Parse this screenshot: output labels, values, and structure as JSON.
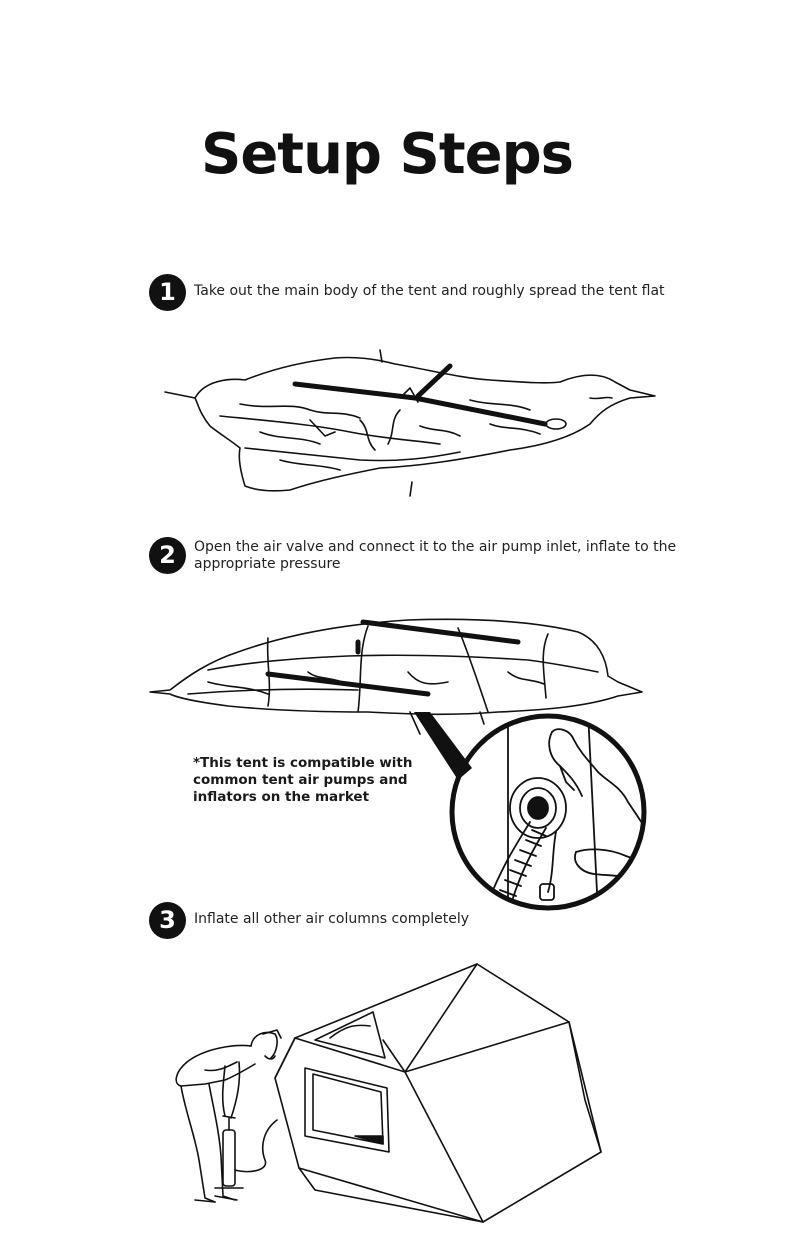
{
  "title": "Setup Steps",
  "steps": [
    {
      "number": "1",
      "text": "Take out the main body of the tent and roughly spread the tent flat"
    },
    {
      "number": "2",
      "text": "Open the air valve and connect it to the air pump inlet, inflate to the appropriate pressure"
    },
    {
      "number": "3",
      "text": "Inflate all other air columns completely"
    }
  ],
  "note": "*This tent is compatible with common tent air pumps and inflators on the market",
  "colors": {
    "ink": "#111111",
    "background": "#ffffff"
  },
  "icons": {
    "illustration_1": "flat-tent-illustration",
    "illustration_2": "inflating-tent-illustration",
    "illustration_2_detail": "air-valve-closeup",
    "illustration_3": "person-pumping-inflated-tent-illustration"
  }
}
